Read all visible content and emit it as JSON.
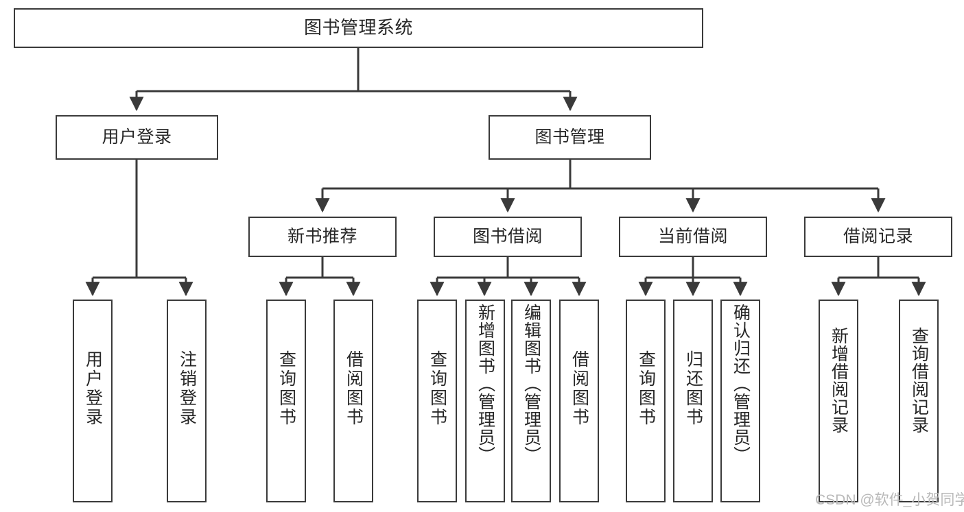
{
  "diagram": {
    "title": "图书管理系统",
    "type": "function-structure-tree",
    "stroke_color": "#3a3a3a",
    "fill_color": "#ffffff",
    "text_color": "#262626"
  },
  "root": {
    "label": "图书管理系统"
  },
  "level2": [
    {
      "label": "用户登录"
    },
    {
      "label": "图书管理"
    }
  ],
  "level3": [
    {
      "label": "新书推荐"
    },
    {
      "label": "图书借阅"
    },
    {
      "label": "当前借阅"
    },
    {
      "label": "借阅记录"
    }
  ],
  "leaves": {
    "user_login": [
      {
        "label": "用户登录"
      },
      {
        "label": "注销登录"
      }
    ],
    "new_book": [
      {
        "label": "查询图书"
      },
      {
        "label": "借阅图书"
      }
    ],
    "book_borrow": [
      {
        "label": "查询图书"
      },
      {
        "label": "新增图书（管理员）"
      },
      {
        "label": "编辑图书（管理员）"
      },
      {
        "label": "借阅图书"
      }
    ],
    "current_borrow": [
      {
        "label": "查询图书"
      },
      {
        "label": "归还图书"
      },
      {
        "label": "确认归还（管理员）"
      }
    ],
    "borrow_record": [
      {
        "label": "新增借阅记录"
      },
      {
        "label": "查询借阅记录"
      }
    ]
  },
  "watermark": {
    "text": "CSDN @软件_小贺同学"
  }
}
